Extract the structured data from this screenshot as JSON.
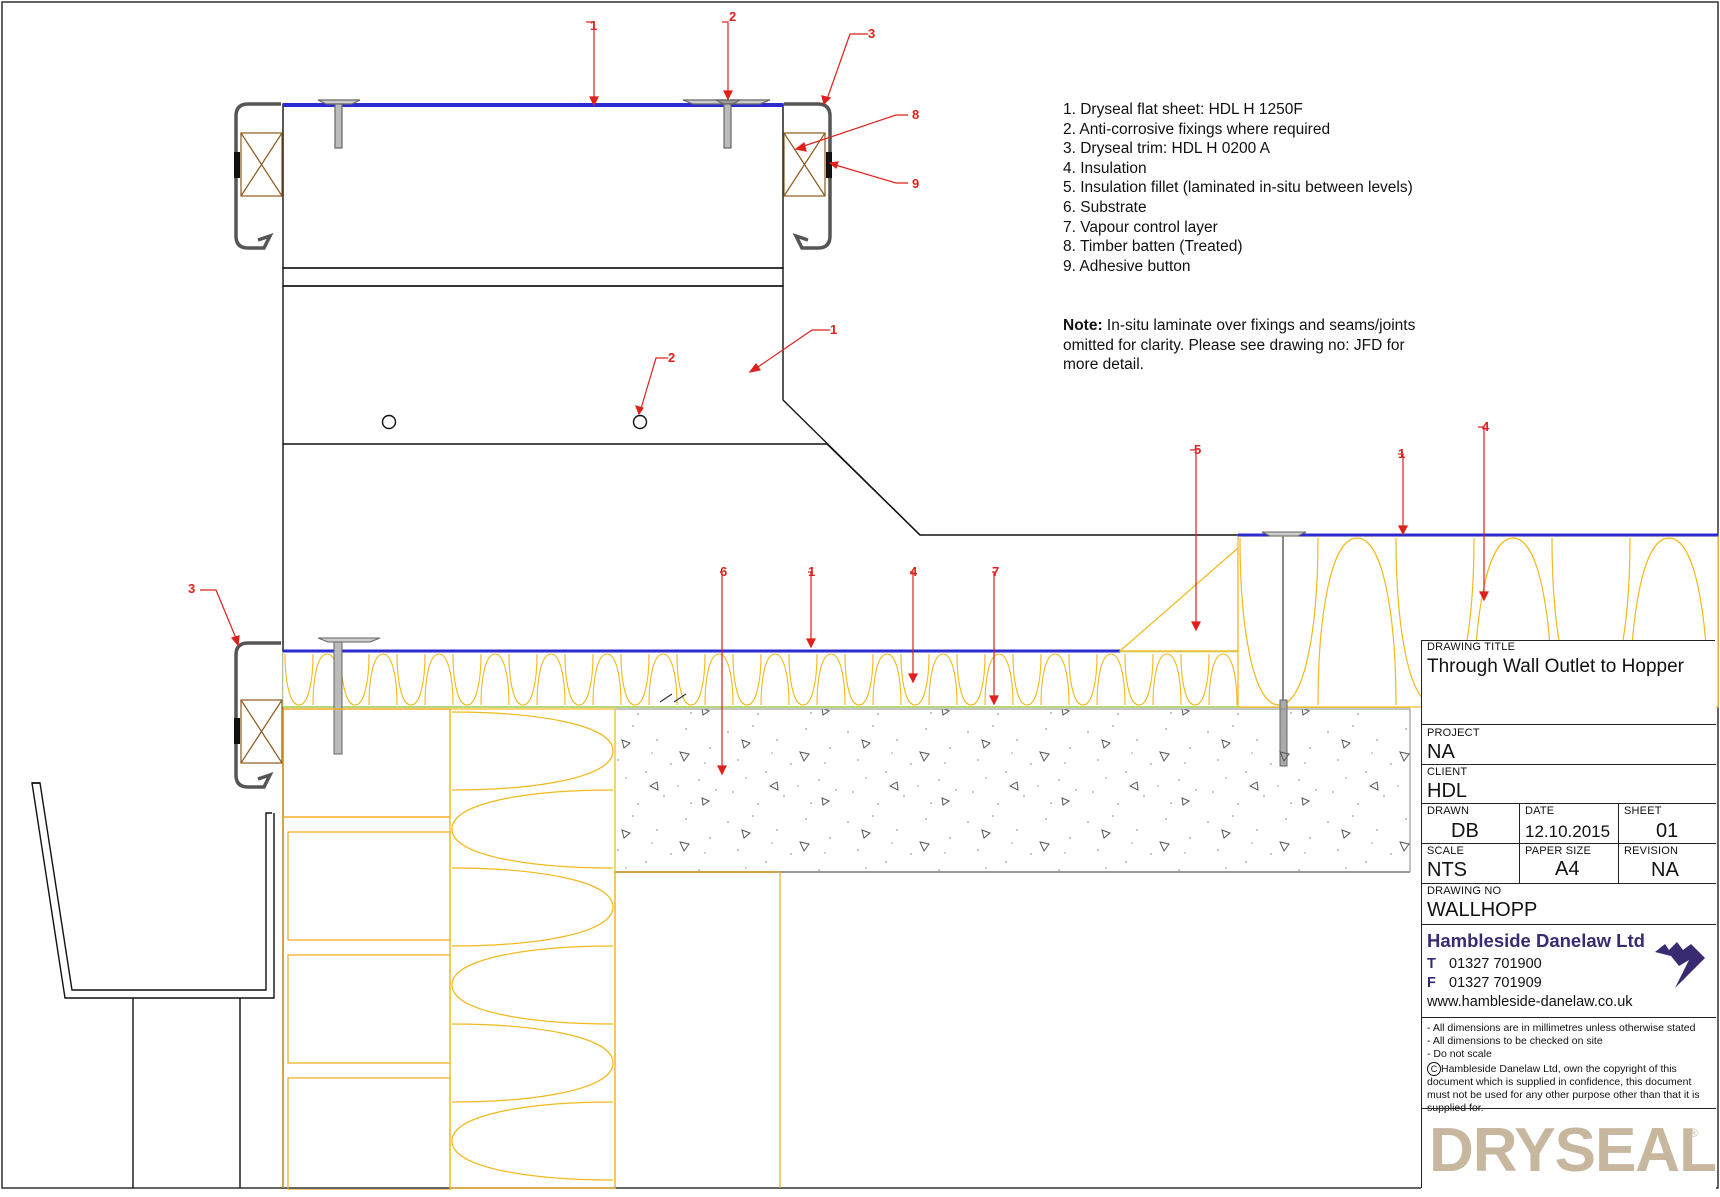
{
  "legend": {
    "items": [
      "1. Dryseal flat sheet: HDL H 1250F",
      "2. Anti-corrosive fixings where required",
      "3. Dryseal trim: HDL H 0200 A",
      "4. Insulation",
      "5. Insulation fillet (laminated in-situ between levels)",
      "6. Substrate",
      "7. Vapour control layer",
      "8. Timber batten (Treated)",
      "9. Adhesive button"
    ],
    "note_label": "Note:",
    "note_text": "In-situ laminate over fixings and seams/joints omitted for clarity. Please see drawing no: JFD for more detail."
  },
  "callouts": [
    "1",
    "2",
    "3",
    "8",
    "9",
    "1",
    "2",
    "5",
    "1",
    "4",
    "6",
    "1",
    "4",
    "7",
    "3"
  ],
  "title_block": {
    "drawing_title_label": "DRAWING TITLE",
    "drawing_title": "Through Wall Outlet to Hopper",
    "project_label": "PROJECT",
    "project": "NA",
    "client_label": "CLIENT",
    "client": "HDL",
    "drawn_label": "DRAWN",
    "drawn": "DB",
    "date_label": "DATE",
    "date": "12.10.2015",
    "sheet_label": "SHEET",
    "sheet": "01",
    "scale_label": "SCALE",
    "scale": "NTS",
    "paper_label": "PAPER SIZE",
    "paper": "A4",
    "revision_label": "REVISION",
    "revision": "NA",
    "drawing_no_label": "DRAWING NO",
    "drawing_no": "WALLHOPP",
    "company": "Hambleside Danelaw Ltd",
    "phone_label": "T",
    "phone": "01327 701900",
    "fax_label": "F",
    "fax": "01327 701909",
    "website": "www.hambleside-danelaw.co.uk",
    "notes": [
      "- All dimensions are in millimetres unless otherwise stated",
      "- All dimensions to be checked on site",
      "- Do not scale"
    ],
    "copyright": "Hambleside Danelaw Ltd, own the copyright of this document which is supplied in confidence, this document must not be used for any other purpose other than that it is supplied for.",
    "brand": "DRYSEAL",
    "brand_mark": "®"
  },
  "colors": {
    "membrane": "#2b2bd1",
    "insulation": "#f2b81c",
    "leader": "#e0201c",
    "brand": "#3a2a72",
    "logo_text": "#c8b79f"
  }
}
